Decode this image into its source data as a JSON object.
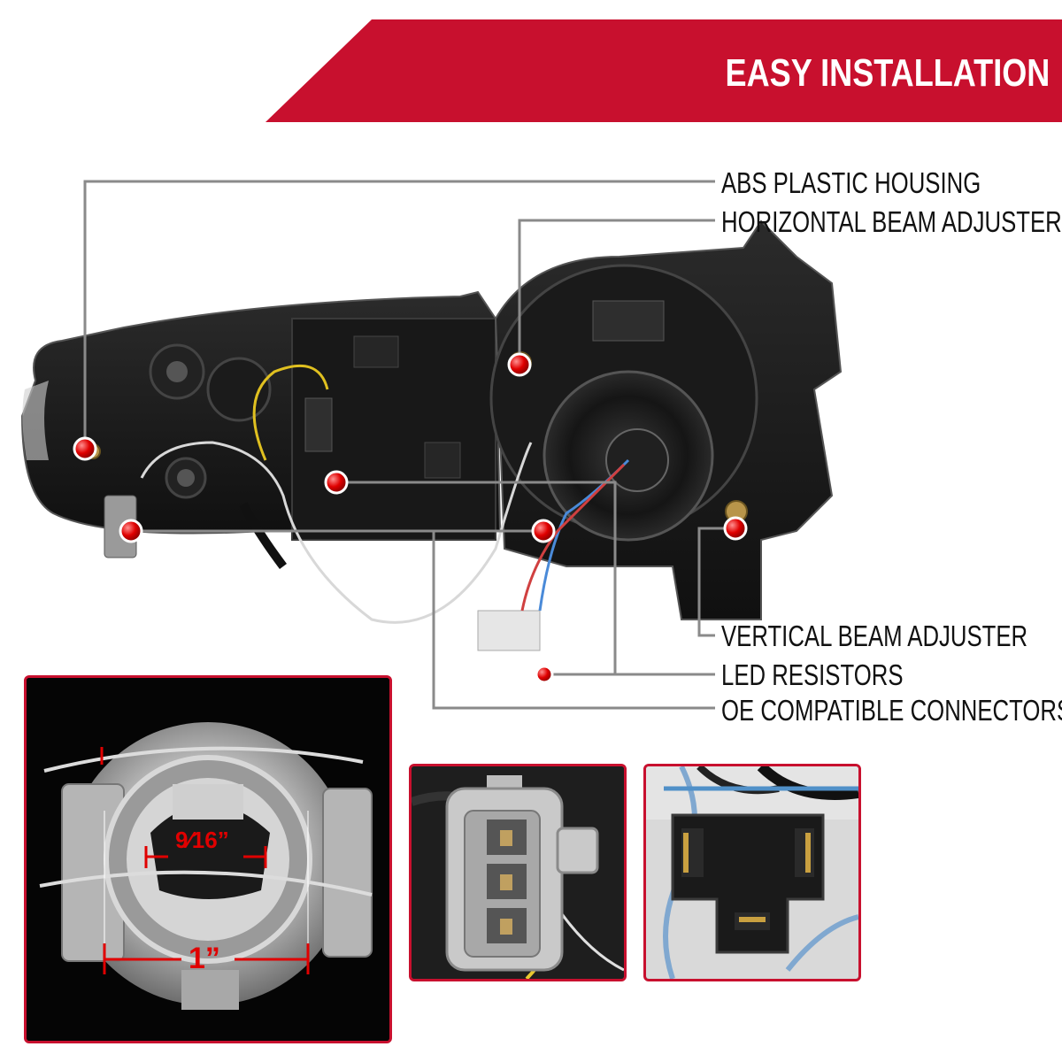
{
  "banner": {
    "title": "EASY INSTALLATION",
    "color": "#c8102e"
  },
  "callouts": [
    {
      "id": "housing",
      "label": "ABS PLASTIC HOUSING"
    },
    {
      "id": "horizontal",
      "label": "HORIZONTAL BEAM ADJUSTER"
    },
    {
      "id": "vertical",
      "label": "VERTICAL BEAM ADJUSTER"
    },
    {
      "id": "resistors",
      "label": "LED RESISTORS"
    },
    {
      "id": "connectors",
      "label": "OE COMPATIBLE CONNECTORS"
    }
  ],
  "insets": {
    "bulb_socket": {
      "measure_small": "9⁄16”",
      "measure_large": "1”"
    },
    "connector_left": {},
    "connector_right": {}
  },
  "colors": {
    "accent": "#c8102e",
    "marker": "#e00000",
    "leader": "#8a8a8a"
  }
}
